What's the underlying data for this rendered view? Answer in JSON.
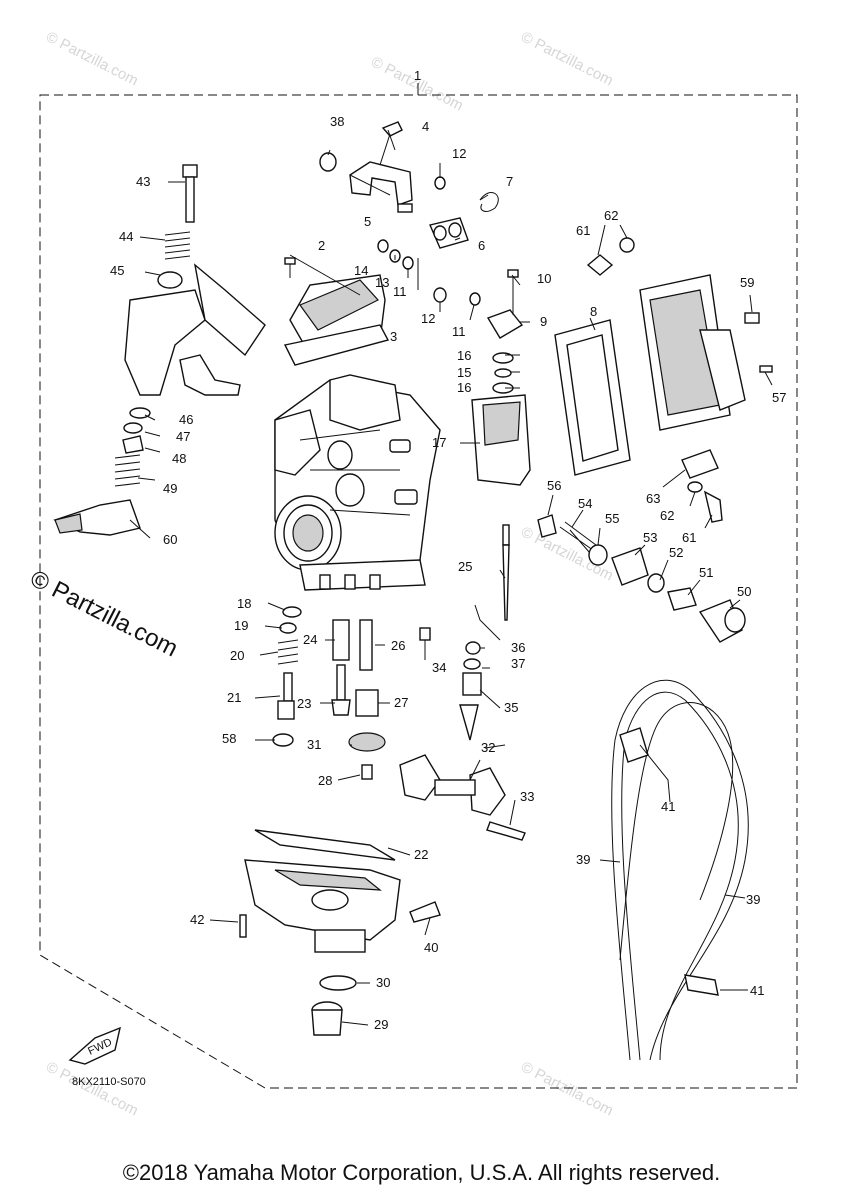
{
  "assembly_label": "1",
  "reference_code": "8KX2110-S070",
  "fwd_label": "FWD",
  "watermark": "© Partzilla.com",
  "watermark_large": "© Partzilla.com",
  "copyright": "©2018 Yamaha Motor Corporation, U.S.A. All rights reserved.",
  "callouts": [
    {
      "id": "c1",
      "n": "1"
    },
    {
      "id": "c2",
      "n": "2"
    },
    {
      "id": "c3",
      "n": "3"
    },
    {
      "id": "c4",
      "n": "4"
    },
    {
      "id": "c5",
      "n": "5"
    },
    {
      "id": "c6",
      "n": "6"
    },
    {
      "id": "c7",
      "n": "7"
    },
    {
      "id": "c8",
      "n": "8"
    },
    {
      "id": "c9",
      "n": "9"
    },
    {
      "id": "c10",
      "n": "10"
    },
    {
      "id": "c11a",
      "n": "11"
    },
    {
      "id": "c11b",
      "n": "11"
    },
    {
      "id": "c12a",
      "n": "12"
    },
    {
      "id": "c12b",
      "n": "12"
    },
    {
      "id": "c13",
      "n": "13"
    },
    {
      "id": "c14",
      "n": "14"
    },
    {
      "id": "c15",
      "n": "15"
    },
    {
      "id": "c16a",
      "n": "16"
    },
    {
      "id": "c16b",
      "n": "16"
    },
    {
      "id": "c17",
      "n": "17"
    },
    {
      "id": "c18",
      "n": "18"
    },
    {
      "id": "c19",
      "n": "19"
    },
    {
      "id": "c20",
      "n": "20"
    },
    {
      "id": "c21",
      "n": "21"
    },
    {
      "id": "c22",
      "n": "22"
    },
    {
      "id": "c23",
      "n": "23"
    },
    {
      "id": "c24",
      "n": "24"
    },
    {
      "id": "c25",
      "n": "25"
    },
    {
      "id": "c26",
      "n": "26"
    },
    {
      "id": "c27",
      "n": "27"
    },
    {
      "id": "c28",
      "n": "28"
    },
    {
      "id": "c29",
      "n": "29"
    },
    {
      "id": "c30",
      "n": "30"
    },
    {
      "id": "c31",
      "n": "31"
    },
    {
      "id": "c32",
      "n": "32"
    },
    {
      "id": "c33",
      "n": "33"
    },
    {
      "id": "c34",
      "n": "34"
    },
    {
      "id": "c35",
      "n": "35"
    },
    {
      "id": "c36",
      "n": "36"
    },
    {
      "id": "c37",
      "n": "37"
    },
    {
      "id": "c38",
      "n": "38"
    },
    {
      "id": "c39a",
      "n": "39"
    },
    {
      "id": "c39b",
      "n": "39"
    },
    {
      "id": "c40",
      "n": "40"
    },
    {
      "id": "c41a",
      "n": "41"
    },
    {
      "id": "c41b",
      "n": "41"
    },
    {
      "id": "c42",
      "n": "42"
    },
    {
      "id": "c43",
      "n": "43"
    },
    {
      "id": "c44",
      "n": "44"
    },
    {
      "id": "c45",
      "n": "45"
    },
    {
      "id": "c46",
      "n": "46"
    },
    {
      "id": "c47",
      "n": "47"
    },
    {
      "id": "c48",
      "n": "48"
    },
    {
      "id": "c49",
      "n": "49"
    },
    {
      "id": "c50",
      "n": "50"
    },
    {
      "id": "c51",
      "n": "51"
    },
    {
      "id": "c52",
      "n": "52"
    },
    {
      "id": "c53",
      "n": "53"
    },
    {
      "id": "c54",
      "n": "54"
    },
    {
      "id": "c55",
      "n": "55"
    },
    {
      "id": "c56",
      "n": "56"
    },
    {
      "id": "c57",
      "n": "57"
    },
    {
      "id": "c58",
      "n": "58"
    },
    {
      "id": "c59",
      "n": "59"
    },
    {
      "id": "c60",
      "n": "60"
    },
    {
      "id": "c61a",
      "n": "61"
    },
    {
      "id": "c61b",
      "n": "61"
    },
    {
      "id": "c62a",
      "n": "62"
    },
    {
      "id": "c62b",
      "n": "62"
    },
    {
      "id": "c63",
      "n": "63"
    }
  ]
}
